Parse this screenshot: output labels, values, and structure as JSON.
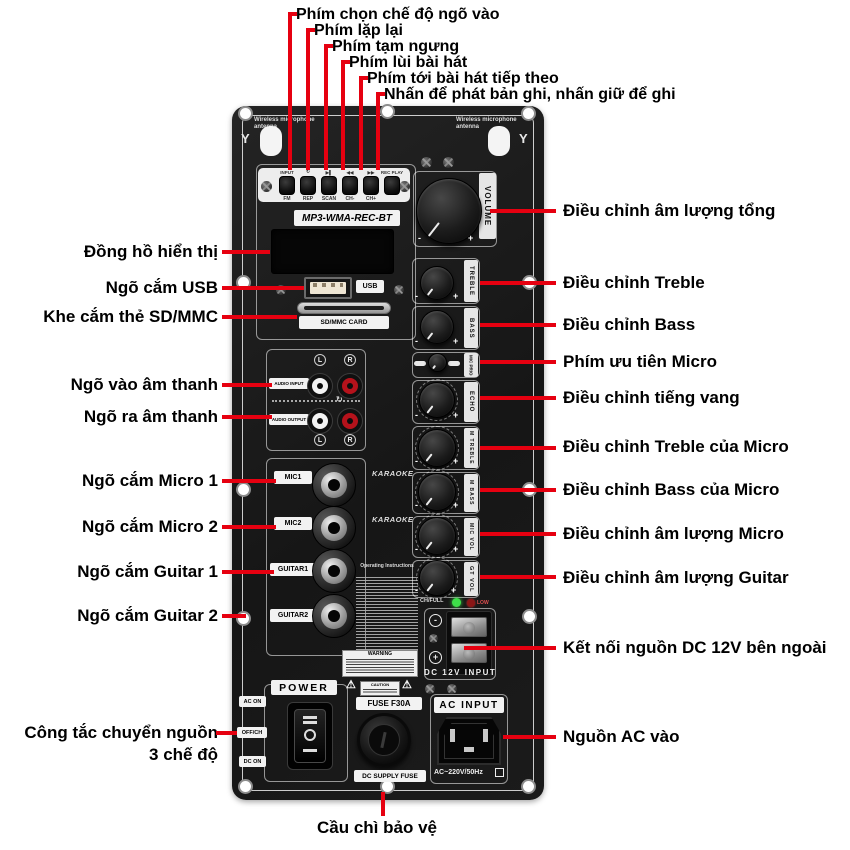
{
  "colors": {
    "annotation_red": "#e60010",
    "panel_black": "#1a1a1a",
    "led_green": "#3ee049",
    "led_red": "#8a1616"
  },
  "annotations": {
    "top": [
      {
        "text": "Phím chọn chế độ ngõ vào"
      },
      {
        "text": "Phím lặp lại"
      },
      {
        "text": "Phím tạm ngưng"
      },
      {
        "text": "Phím lùi bài hát"
      },
      {
        "text": "Phím tới bài hát tiếp theo"
      },
      {
        "text": "Nhấn để phát bản ghi, nhấn giữ để ghi"
      }
    ],
    "left": [
      {
        "text": "Đồng hồ hiển thị"
      },
      {
        "text": "Ngõ cắm USB"
      },
      {
        "text": "Khe cắm thẻ SD/MMC"
      },
      {
        "text": "Ngõ vào âm thanh"
      },
      {
        "text": "Ngõ ra âm thanh"
      },
      {
        "text": "Ngõ cắm Micro 1"
      },
      {
        "text": "Ngõ cắm Micro 2"
      },
      {
        "text": "Ngõ cắm Guitar 1"
      },
      {
        "text": "Ngõ cắm Guitar 2"
      },
      {
        "text": "Công tắc chuyển nguồn"
      },
      {
        "text": "3 chế độ"
      }
    ],
    "right": [
      {
        "text": "Điều chỉnh âm lượng tổng"
      },
      {
        "text": "Điều chỉnh Treble"
      },
      {
        "text": "Điều chỉnh Bass"
      },
      {
        "text": "Phím ưu tiên Micro"
      },
      {
        "text": "Điều chỉnh tiếng vang"
      },
      {
        "text": "Điều chỉnh Treble của Micro"
      },
      {
        "text": "Điều chỉnh Bass của Micro"
      },
      {
        "text": "Điều chỉnh âm lượng Micro"
      },
      {
        "text": "Điều chỉnh âm lượng Guitar"
      },
      {
        "text": "Kết nối nguồn DC 12V bên ngoài"
      },
      {
        "text": "Nguồn AC vào"
      }
    ],
    "bottom": [
      {
        "text": "Cầu chì bảo vệ"
      }
    ]
  },
  "panel": {
    "antenna_label": "Wireless microphone antenna",
    "buttons_top": [
      "INPUT",
      "↻",
      "▶▌",
      "◀◀",
      "▶▶",
      "REC PLAY"
    ],
    "buttons_bottom": [
      "FM",
      "REP",
      "SCAN",
      "CH-",
      "CH+"
    ],
    "module_title": "MP3-WMA-REC-BT",
    "usb": "USB",
    "sd_card": "SD/MMC CARD",
    "audio_input": "AUDIO INPUT",
    "audio_output": "AUDIO OUTPUT",
    "left": "L",
    "right": "R",
    "jack_labels": [
      "MIC1",
      "MIC2",
      "GUITAR1",
      "GUITAR2"
    ],
    "karaoke": "KARAOKE",
    "knob_labels": {
      "volume": "VOLUME",
      "treble": "TREBLE",
      "bass": "BASS",
      "mic_priority": "MIC PRIO",
      "echo": "ECHO",
      "mic_treble": "M TREBLE",
      "mic_bass": "M BASS",
      "mic_vol": "MIC VOL",
      "guitar_vol": "GT VOL"
    },
    "minus": "-",
    "plus": "+",
    "charge_full": "CH/FULL",
    "low": "LOW",
    "dc_input": "DC 12V INPUT",
    "warning_title": "WARNING",
    "caution": "CAUTION",
    "warning_icon": "⚠",
    "instructions_title": "Operating Instructions",
    "power_title": "POWER",
    "power_modes": [
      "AC ON",
      "OFF/CH",
      "DC ON"
    ],
    "fuse_title": "FUSE F30A",
    "fuse_caption": "DC SUPPLY FUSE",
    "ac_title": "AC INPUT",
    "ac_spec": "AC~220V/50Hz",
    "antenna_symbol": "Y",
    "loop_symbol": "↻"
  }
}
